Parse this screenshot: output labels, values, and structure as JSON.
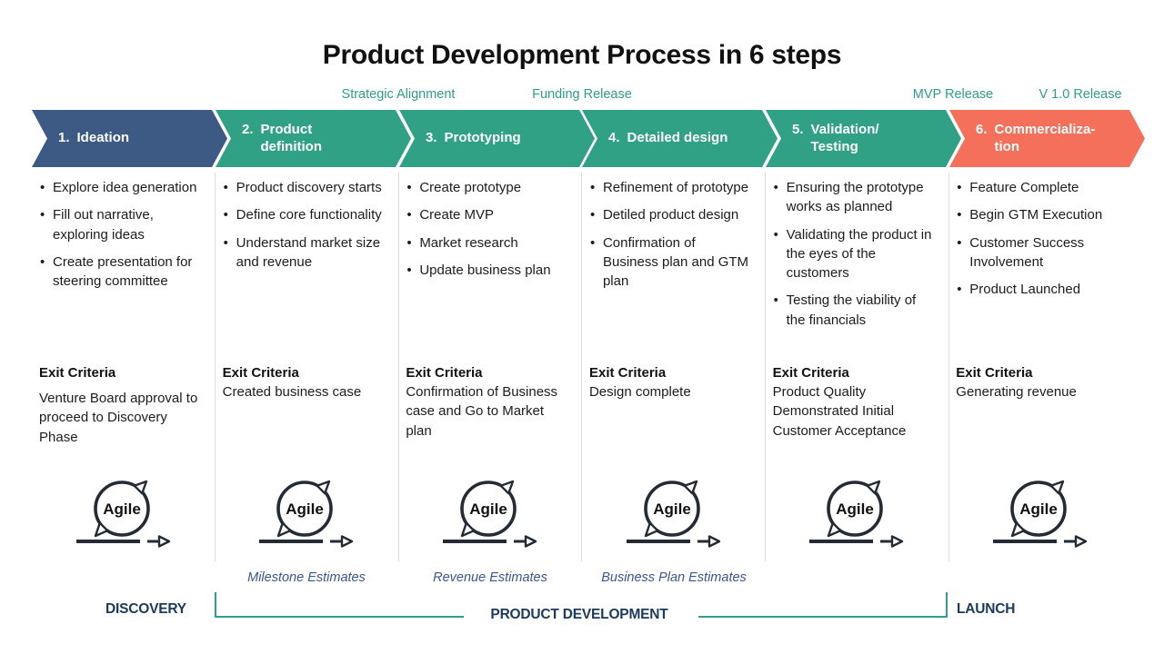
{
  "title": "Product Development Process in 6 steps",
  "top_labels": [
    "Strategic Alignment",
    "Funding Release",
    "MVP Release",
    "V 1.0 Release"
  ],
  "colors": {
    "phase_blue": "#3d5a85",
    "phase_teal": "#31a186",
    "phase_coral": "#f5705b",
    "top_label_teal": "#2d9e89",
    "bracket_teal": "#2f9e8a",
    "footer_navy": "#1b3a5c",
    "annotation_blue": "#3a568e"
  },
  "phases": [
    {
      "number": "1.",
      "name": "Ideation",
      "color": "#3d5a85",
      "bullets": [
        "Explore idea generation",
        "Fill out narrative, exploring ideas",
        "Create presentation for steering committee"
      ],
      "exit_heading": "Exit Criteria",
      "exit_text": "Venture Board approval to proceed to Discovery Phase"
    },
    {
      "number": "2.",
      "name": "Product\ndefinition",
      "color": "#31a186",
      "bullets": [
        "Product discovery starts",
        "Define core functionality",
        "Understand market size and revenue"
      ],
      "exit_heading": "Exit Criteria",
      "exit_text": "Created business case"
    },
    {
      "number": "3.",
      "name": "Prototyping",
      "color": "#31a186",
      "bullets": [
        "Create prototype",
        "Create MVP",
        "Market research",
        "Update business plan"
      ],
      "exit_heading": "Exit Criteria",
      "exit_text": "Confirmation of Business case and Go to Market plan"
    },
    {
      "number": "4.",
      "name": "Detailed design",
      "color": "#31a186",
      "bullets": [
        "Refinement of prototype",
        "Detiled product design",
        "Confirmation of Business plan and GTM plan"
      ],
      "exit_heading": "Exit Criteria",
      "exit_text": "Design complete"
    },
    {
      "number": "5.",
      "name": "Validation/\nTesting",
      "color": "#31a186",
      "bullets": [
        "Ensuring the prototype works as planned",
        "Validating the product in the eyes of the customers",
        "Testing the viability of the financials"
      ],
      "exit_heading": "Exit Criteria",
      "exit_text": "Product Quality Demonstrated Initial Customer Acceptance"
    },
    {
      "number": "6.",
      "name": "Commercializa-\ntion",
      "color": "#f5705b",
      "bullets": [
        "Feature Complete",
        "Begin GTM Execution",
        "Customer Success Involvement",
        "Product Launched"
      ],
      "exit_heading": "Exit Criteria",
      "exit_text": "Generating revenue"
    }
  ],
  "agile_label": "Agile",
  "annotations": [
    "Milestone Estimates",
    "Revenue Estimates",
    "Business Plan Estimates"
  ],
  "footer": {
    "left": "DISCOVERY",
    "center": "PRODUCT DEVELOPMENT",
    "right": "LAUNCH"
  }
}
